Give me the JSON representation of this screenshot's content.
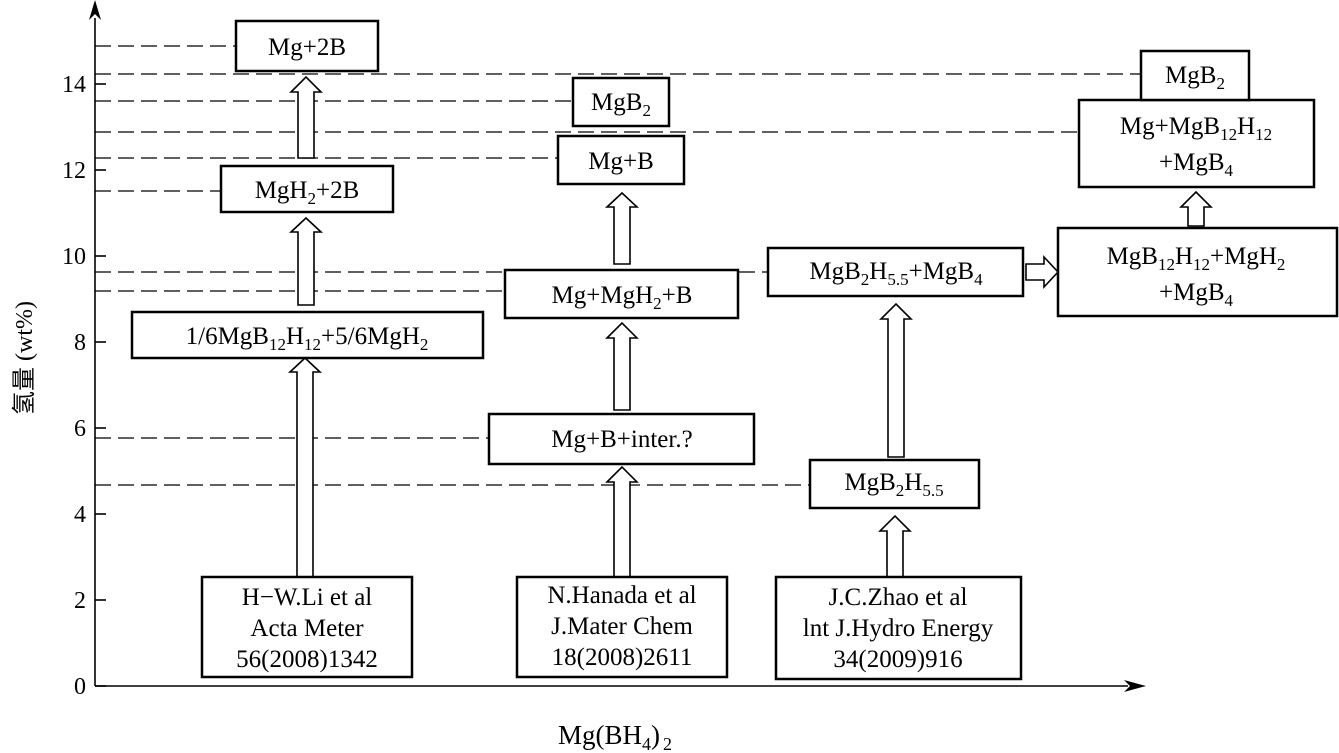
{
  "chart": {
    "y_axis_label": "氢量 (wt%)",
    "x_axis_label": "Mg(BH",
    "x_axis_label_sub1": "4",
    "x_axis_label_tail": ")",
    "x_axis_label_sub2": "2",
    "y_ticks": [
      "0",
      "2",
      "4",
      "6",
      "8",
      "10",
      "12",
      "14"
    ]
  },
  "columns": {
    "li": {
      "source": [
        "H−W.Li et al",
        "Acta Meter",
        "56(2008)1342"
      ],
      "steps": [
        {
          "segments": [
            {
              "t": "1/6MgB"
            },
            {
              "t": "12",
              "sub": true
            },
            {
              "t": "H"
            },
            {
              "t": "12",
              "sub": true
            },
            {
              "t": "+5/6MgH"
            },
            {
              "t": "2",
              "sub": true
            }
          ]
        },
        {
          "segments": [
            {
              "t": "MgH"
            },
            {
              "t": "2",
              "sub": true
            },
            {
              "t": "+2B"
            }
          ]
        },
        {
          "segments": [
            {
              "t": "Mg+2B"
            }
          ]
        }
      ]
    },
    "hanada": {
      "source": [
        "N.Hanada et al",
        "J.Mater Chem",
        "18(2008)2611"
      ],
      "steps": [
        {
          "segments": [
            {
              "t": "Mg+B+inter.?"
            }
          ]
        },
        {
          "segments": [
            {
              "t": "Mg+MgH"
            },
            {
              "t": "2",
              "sub": true
            },
            {
              "t": "+B"
            }
          ]
        },
        {
          "segments": [
            {
              "t": "Mg+B"
            }
          ]
        },
        {
          "segments": [
            {
              "t": "MgB"
            },
            {
              "t": "2",
              "sub": true
            }
          ]
        }
      ]
    },
    "zhao": {
      "source": [
        "J.C.Zhao et al",
        "lnt J.Hydro Energy",
        "34(2009)916"
      ],
      "steps": [
        {
          "segments": [
            {
              "t": "MgB"
            },
            {
              "t": "2",
              "sub": true
            },
            {
              "t": "H"
            },
            {
              "t": "5.5",
              "sub": true
            }
          ]
        },
        {
          "segments": [
            {
              "t": "MgB"
            },
            {
              "t": "2",
              "sub": true
            },
            {
              "t": "H"
            },
            {
              "t": "5.5",
              "sub": true
            },
            {
              "t": "+MgB"
            },
            {
              "t": "4",
              "sub": true
            }
          ]
        },
        {
          "line1": [
            {
              "t": "MgB"
            },
            {
              "t": "12",
              "sub": true
            },
            {
              "t": "H"
            },
            {
              "t": "12",
              "sub": true
            },
            {
              "t": "+MgH"
            },
            {
              "t": "2",
              "sub": true
            }
          ],
          "line2": [
            {
              "t": "+MgB"
            },
            {
              "t": "4",
              "sub": true
            }
          ]
        },
        {
          "line1": [
            {
              "t": "Mg+MgB"
            },
            {
              "t": "12",
              "sub": true
            },
            {
              "t": "H"
            },
            {
              "t": "12",
              "sub": true
            }
          ],
          "line2": [
            {
              "t": "+MgB"
            },
            {
              "t": "4",
              "sub": true
            }
          ]
        },
        {
          "segments": [
            {
              "t": "MgB"
            },
            {
              "t": "2",
              "sub": true
            }
          ]
        }
      ]
    }
  }
}
